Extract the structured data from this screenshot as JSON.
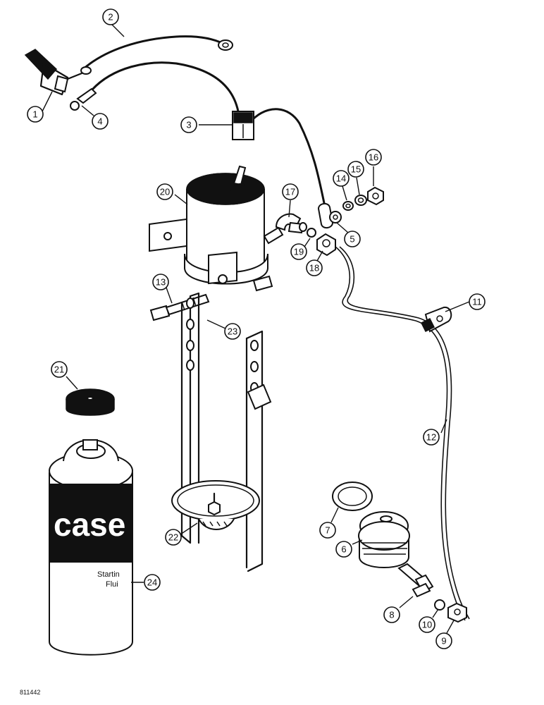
{
  "diagram": {
    "figure_id": "811442",
    "can_brand": "case",
    "can_text_line1": "Startin",
    "can_text_line2": "Flui",
    "callouts": [
      {
        "id": "c1",
        "label": "1"
      },
      {
        "id": "c2",
        "label": "2"
      },
      {
        "id": "c3",
        "label": "3"
      },
      {
        "id": "c4",
        "label": "4"
      },
      {
        "id": "c5",
        "label": "5"
      },
      {
        "id": "c6",
        "label": "6"
      },
      {
        "id": "c7",
        "label": "7"
      },
      {
        "id": "c8",
        "label": "8"
      },
      {
        "id": "c9",
        "label": "9"
      },
      {
        "id": "c10",
        "label": "10"
      },
      {
        "id": "c11",
        "label": "11"
      },
      {
        "id": "c12",
        "label": "12"
      },
      {
        "id": "c13",
        "label": "13"
      },
      {
        "id": "c14",
        "label": "14"
      },
      {
        "id": "c15",
        "label": "15"
      },
      {
        "id": "c16",
        "label": "16"
      },
      {
        "id": "c17",
        "label": "17"
      },
      {
        "id": "c18",
        "label": "18"
      },
      {
        "id": "c19",
        "label": "19"
      },
      {
        "id": "c20",
        "label": "20"
      },
      {
        "id": "c21",
        "label": "21"
      },
      {
        "id": "c22",
        "label": "22"
      },
      {
        "id": "c23",
        "label": "23"
      },
      {
        "id": "c24",
        "label": "24"
      }
    ]
  }
}
